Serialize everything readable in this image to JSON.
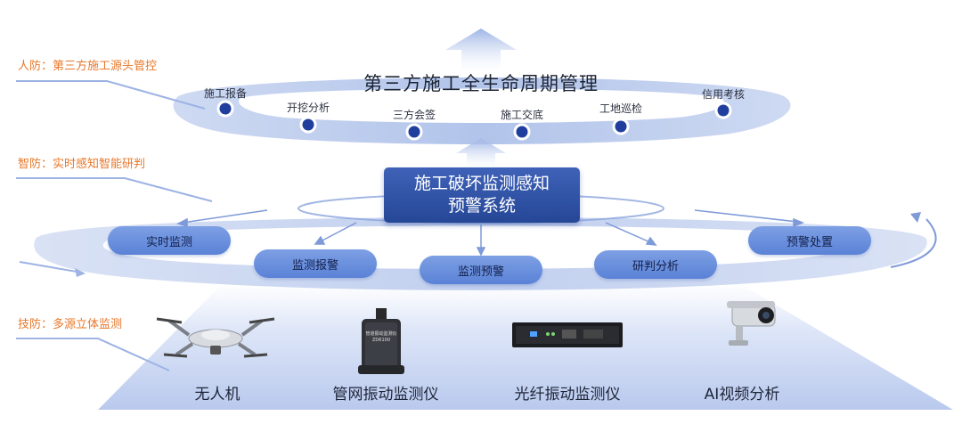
{
  "layers": {
    "renfang": "人防：第三方施工源头管控",
    "zhifang": "智防：实时感知智能研判",
    "jifang": "技防：多源立体监测"
  },
  "top_ring": {
    "title": "第三方施工全生命周期管理",
    "items": [
      "施工报备",
      "开挖分析",
      "三方会签",
      "施工交底",
      "工地巡检",
      "信用考核"
    ]
  },
  "center_box": {
    "line1": "施工破坏监测感知",
    "line2": "预警系统"
  },
  "middle_ring": {
    "items": [
      "实时监测",
      "监测报警",
      "监测预警",
      "研判分析",
      "预警处置"
    ]
  },
  "devices": [
    "无人机",
    "管网振动监测仪",
    "光纤振动监测仪",
    "AI视频分析"
  ],
  "device_tags": {
    "monitor_line1": "管道振动监测仪",
    "monitor_line2": "ZD6100"
  },
  "colors": {
    "accent": "#e8782a",
    "ring": "#b9c9ec",
    "dot": "#1f3e9e",
    "pill": "#6a8fdc",
    "box": "#2f4fa3"
  }
}
